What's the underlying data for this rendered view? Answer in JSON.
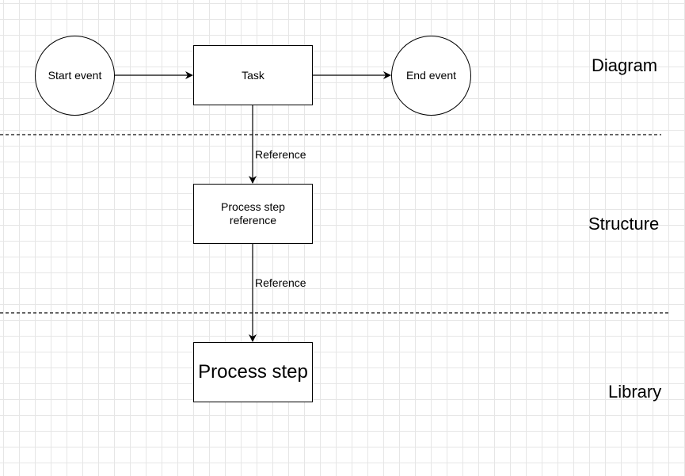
{
  "nodes": {
    "start_event": "Start event",
    "task": "Task",
    "end_event": "End event",
    "process_step_reference": "Process step\nreference",
    "process_step": "Process step"
  },
  "edges": {
    "task_to_reference_label": "Reference",
    "reference_to_step_label": "Reference"
  },
  "layers": {
    "diagram": "Diagram",
    "structure": "Structure",
    "library": "Library"
  },
  "colors": {
    "stroke": "#000000",
    "separator": "#333333",
    "grid": "#e6e6e6",
    "background": "#ffffff"
  }
}
